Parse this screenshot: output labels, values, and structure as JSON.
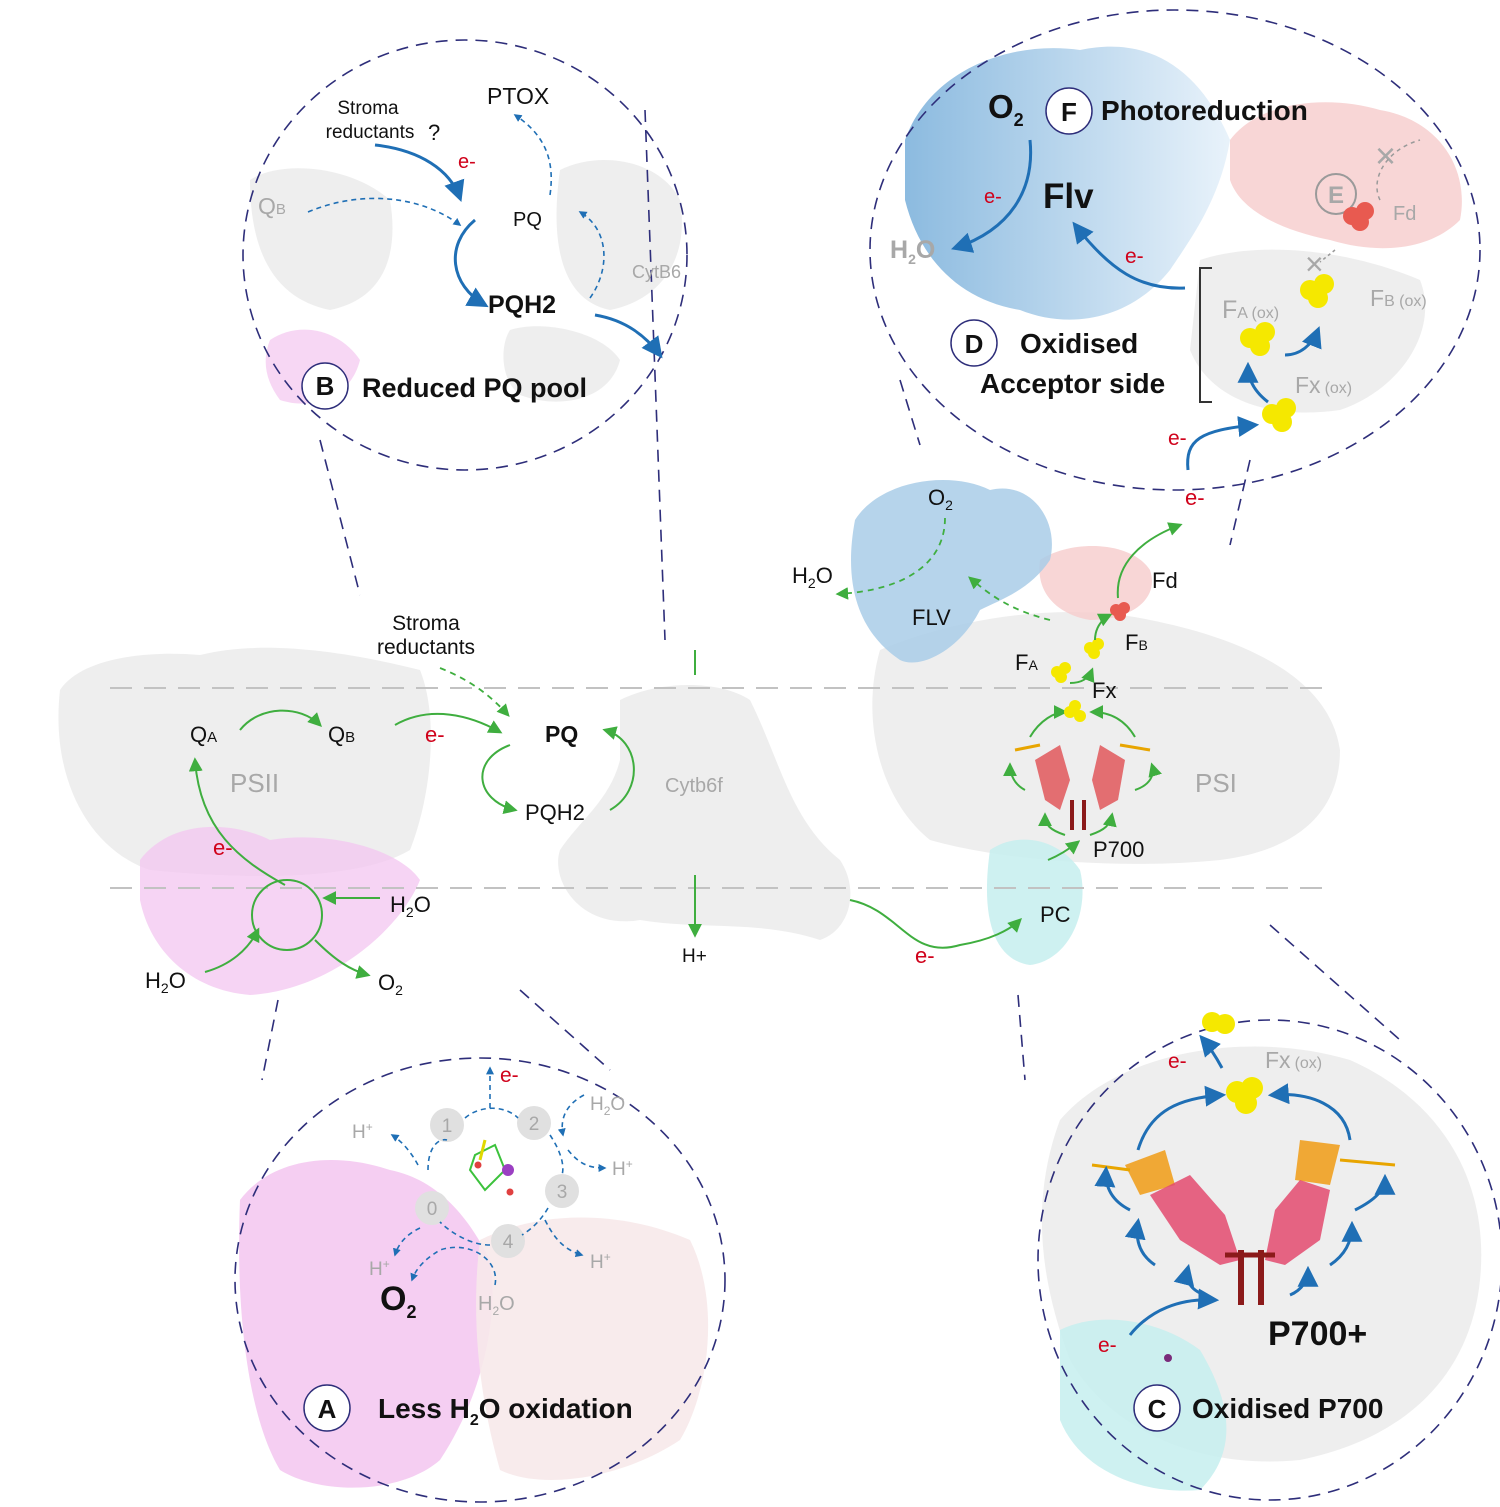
{
  "center": {
    "qa": "Q",
    "qa_sub": "A",
    "qb": "Q",
    "qb_sub": "B",
    "psii": "PSII",
    "e1": "e-",
    "e2": "e-",
    "e3": "e-",
    "h2o_a": "H",
    "h2o_a_sub": "2",
    "h2o_a_end": "O",
    "h2o_b": "H",
    "h2o_b_sub": "2",
    "h2o_b_end": "O",
    "o2": "O",
    "o2_sub": "2",
    "stroma1": "Stroma",
    "stroma2": "reductants",
    "pq": "PQ",
    "pqh2": "PQH2",
    "cytb6f": "Cytb6f",
    "hplus": "H+",
    "pc": "PC",
    "p700": "P700",
    "psi": "PSI",
    "fx": "Fx",
    "fa": "F",
    "fa_sub": "A",
    "fb": "F",
    "fb_sub": "B",
    "fd": "Fd",
    "flv": "FLV",
    "o2_flv": "O",
    "o2_flv_sub": "2",
    "h2o_flv": "H",
    "h2o_flv_sub": "2",
    "h2o_flv_end": "O",
    "e_up": "e-"
  },
  "panel_a": {
    "letter": "A",
    "title": "Less H",
    "title_sub": "2",
    "title_end": "O oxidation",
    "e": "e-",
    "o2": "O",
    "o2_sub": "2",
    "h2o_top": "H",
    "h2o_top_sub": "2",
    "h2o_top_end": "O",
    "h2o_bot": "H",
    "h2o_bot_sub": "2",
    "h2o_bot_end": "O",
    "hp": "H",
    "hp_sup": "+",
    "states": [
      "0",
      "1",
      "2",
      "3",
      "4"
    ]
  },
  "panel_b": {
    "letter": "B",
    "title": "Reduced PQ pool",
    "stroma1": "Stroma",
    "stroma2": "reductants",
    "q": "?",
    "e": "e-",
    "ptox": "PTOX",
    "pq": "PQ",
    "pqh2": "PQH2",
    "qb": "Q",
    "qb_sub": "B",
    "cyt": "CytB6"
  },
  "panel_c": {
    "letter": "C",
    "title": "Oxidised P700",
    "p700": "P700+",
    "e_top": "e-",
    "e_bot": "e-",
    "fx": "Fx",
    "fx_sub": "(ox)"
  },
  "panel_d": {
    "letter": "D",
    "title1": "Oxidised",
    "title2": "Acceptor side",
    "fa": "F",
    "fa_sub": "A (ox)",
    "fb": "F",
    "fb_sub": "B (ox)",
    "fx": "Fx",
    "fx_sub": "(ox)",
    "e1": "e-",
    "e2": "e-",
    "e3": "e-"
  },
  "panel_e": {
    "letter": "E",
    "fd": "Fd",
    "x": "×"
  },
  "panel_f": {
    "letter": "F",
    "title": "Photoreduction",
    "o2": "O",
    "o2_sub": "2",
    "flv": "Flv",
    "e": "e-",
    "h2o": "H",
    "h2o_sub": "2",
    "h2o_end": "O"
  },
  "colors": {
    "green_arrow": "#3fae3f",
    "blue_arrow": "#1f6fb5",
    "electron_red": "#d0021b",
    "psii_pink": "#f3c6f0",
    "flv_blue": "#a9cde8",
    "pc_cyan": "#c5efef",
    "fd_pink": "#f6cccc",
    "fes_yellow": "#f5e800"
  }
}
